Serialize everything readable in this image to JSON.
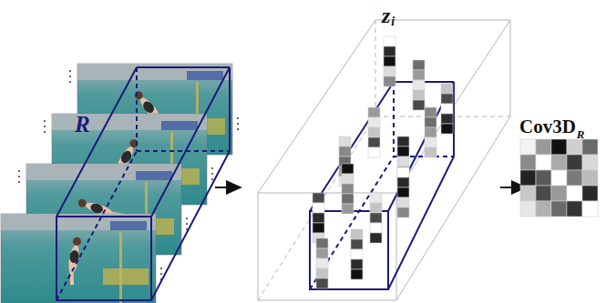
{
  "diagram": {
    "labels": [
      "R",
      "z",
      "i",
      "Cov3D",
      "R"
    ]
  }
}
